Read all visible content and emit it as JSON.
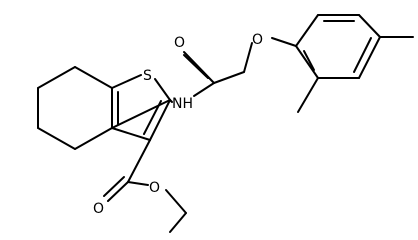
{
  "molecule": {
    "atoms": {
      "sulfur": "S",
      "amide_nh": "NH",
      "carbonyl_o_amide": "O",
      "ether_o": "O",
      "carbonyl_o_ester": "O",
      "ester_o": "O"
    }
  },
  "colors": {
    "bond": "#000000",
    "label": "#000000",
    "background": "#ffffff"
  }
}
